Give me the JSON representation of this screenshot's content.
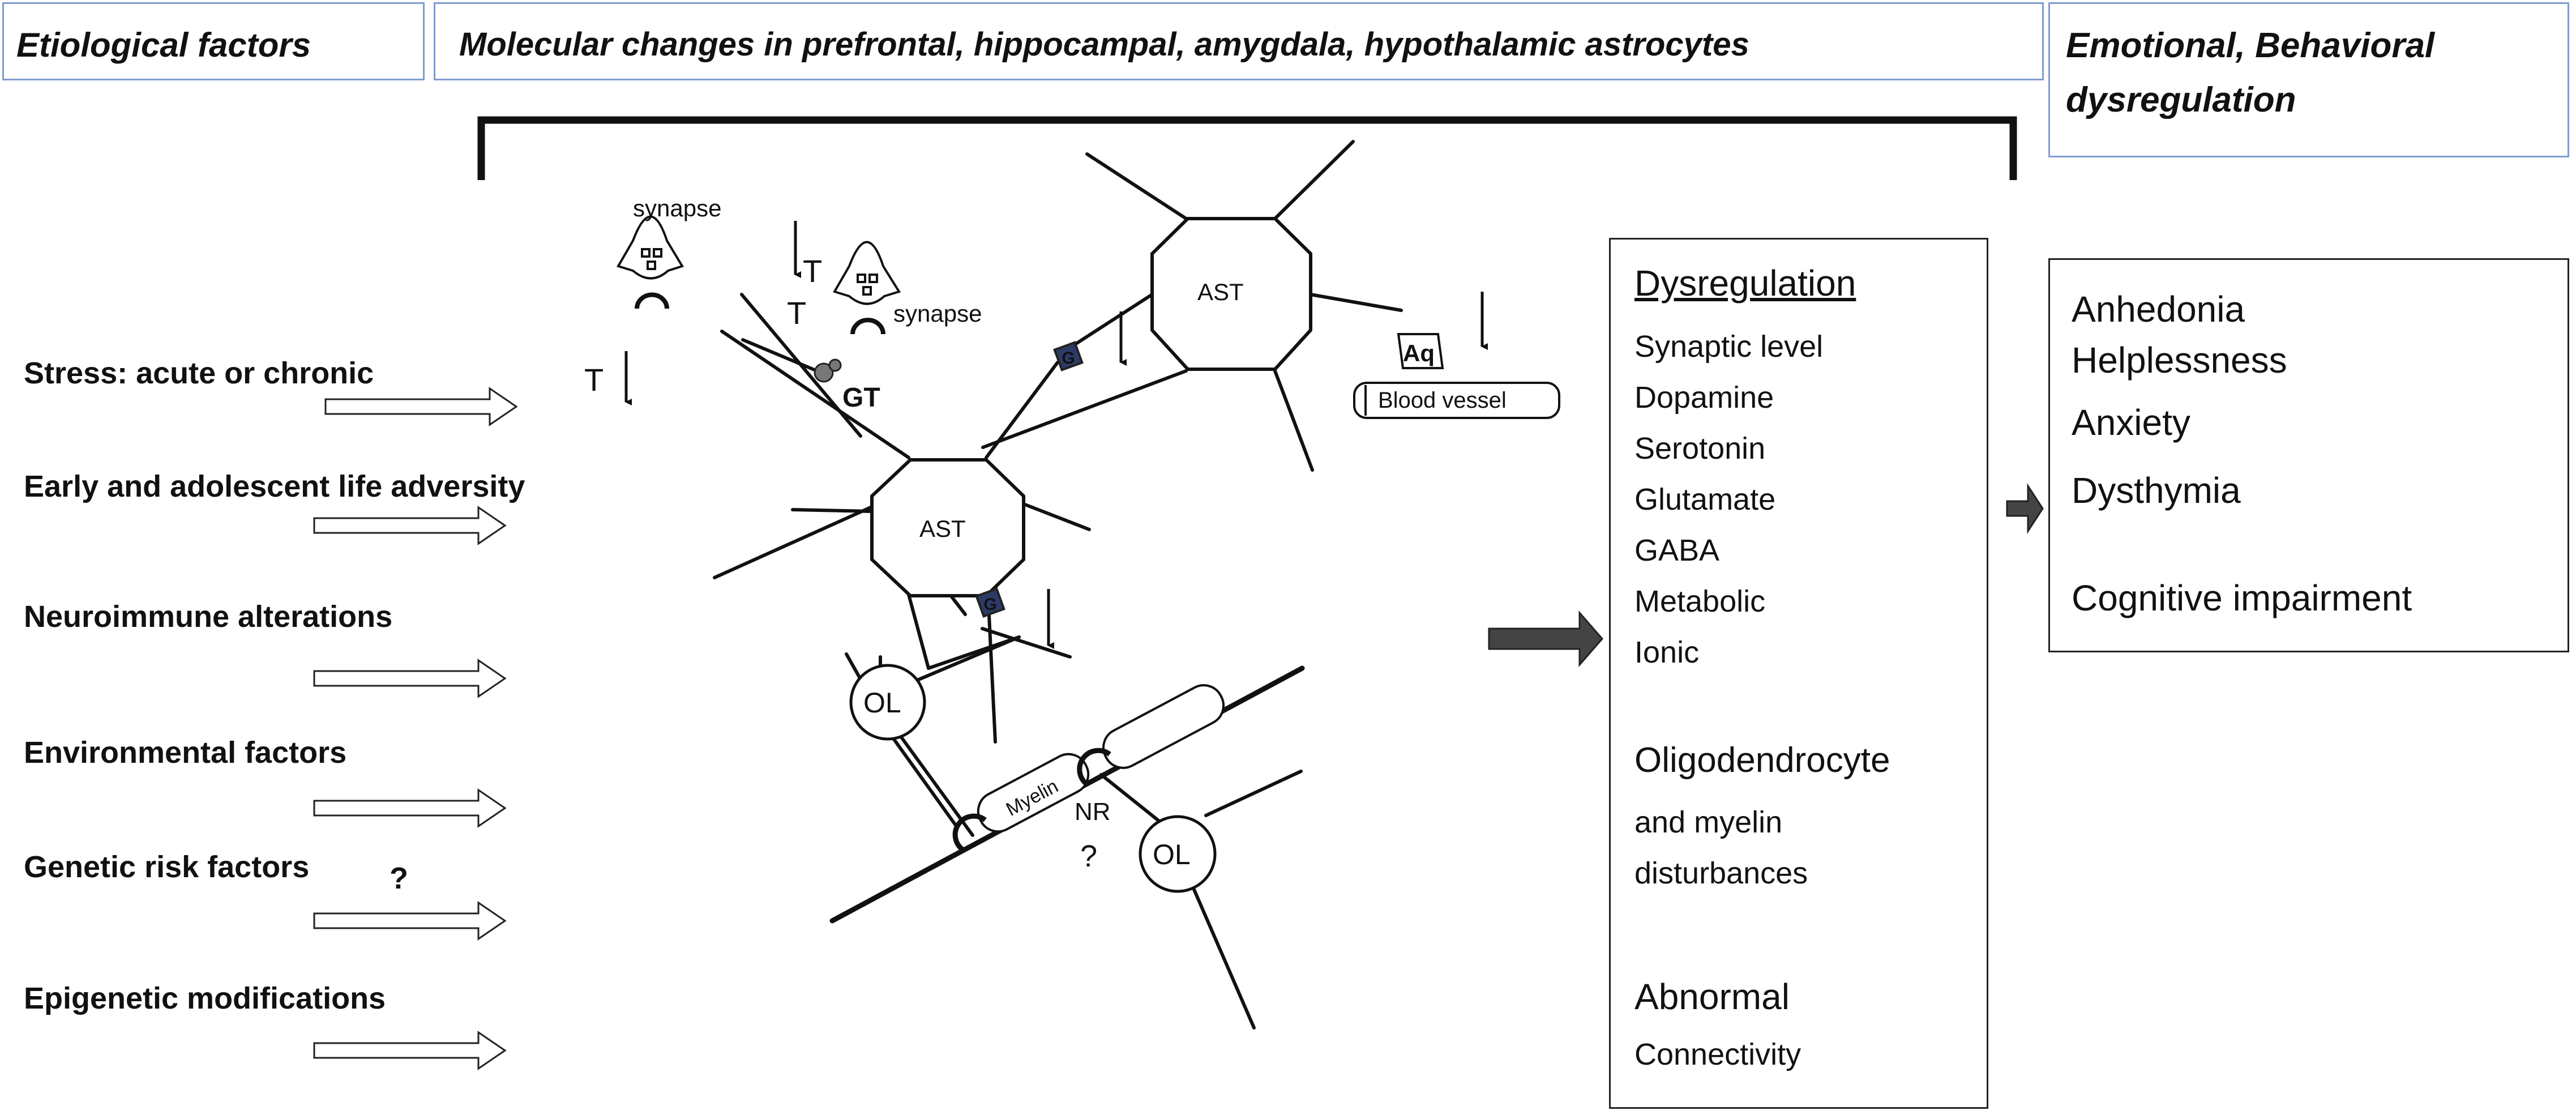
{
  "headers": {
    "etiological": "Etiological factors",
    "molecular": "Molecular changes in prefrontal, hippocampal, amygdala, hypothalamic astrocytes",
    "emotional_line1": "Emotional, Behavioral",
    "emotional_line2": "dysregulation"
  },
  "factors": [
    "Stress: acute or chronic",
    "Early and adolescent life adversity",
    "Neuroimmune alterations",
    "Environmental factors",
    "Genetic risk factors",
    "Epigenetic modifications"
  ],
  "genetic_question": "?",
  "diagram": {
    "synapse_left": "synapse",
    "synapse_right": "synapse",
    "t_left": "T",
    "t_mid1": "T",
    "t_mid2": "T",
    "gt": "GT",
    "ast_top": "AST",
    "ast_center": "AST",
    "aq": "Aq",
    "blood_vessel": "Blood vessel",
    "g_label": "G",
    "ol_left": "OL",
    "ol_right": "OL",
    "myelin": "Myelin",
    "nr": "NR",
    "nr_question": "?"
  },
  "dysregulation": {
    "title": "Dysregulation",
    "items": [
      "Synaptic level",
      "Dopamine",
      "Serotonin",
      "Glutamate",
      "GABA",
      "Metabolic",
      "Ionic"
    ],
    "oligo_title": "Oligodendrocyte",
    "oligo_sub1": "and myelin",
    "oligo_sub2": "disturbances",
    "abnormal": "Abnormal",
    "connectivity": "Connectivity"
  },
  "outcomes": {
    "items": [
      "Anhedonia",
      "Helplessness",
      "Anxiety",
      "Dysthymia"
    ],
    "cognitive": "Cognitive impairment"
  }
}
